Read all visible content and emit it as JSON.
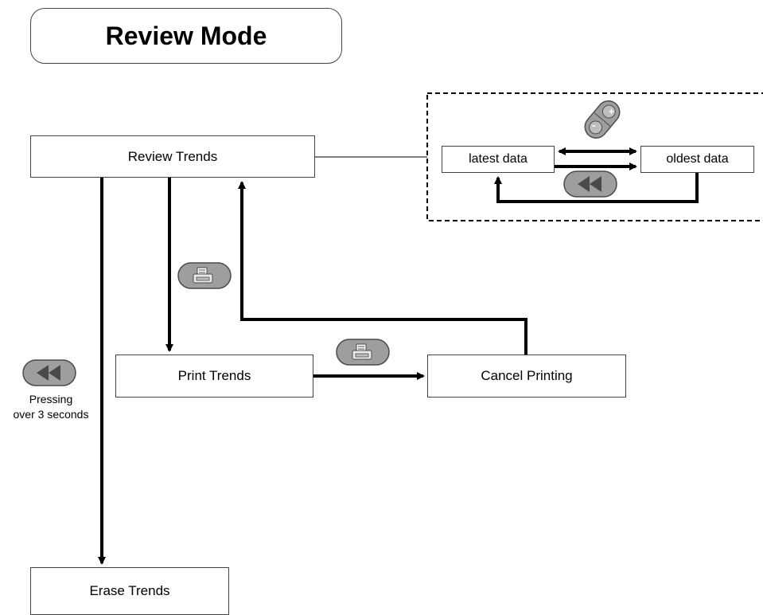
{
  "title": "Review Mode",
  "nodes": {
    "review_trends": "Review Trends",
    "print_trends": "Print Trends",
    "cancel_printing": "Cancel Printing",
    "erase_trends": "Erase Trends",
    "latest_data": "latest data",
    "oldest_data": "oldest data"
  },
  "captions": {
    "pressing_line1": "Pressing",
    "pressing_line2": "over 3 seconds"
  },
  "icons": {
    "print_button": "printer-icon",
    "rewind_button": "rewind-icon",
    "plus_minus_button": "plus-minus-rocker-icon"
  },
  "colors": {
    "button_fill": "#9e9e9e",
    "button_dark": "#4a4a4a",
    "line": "#000000"
  }
}
